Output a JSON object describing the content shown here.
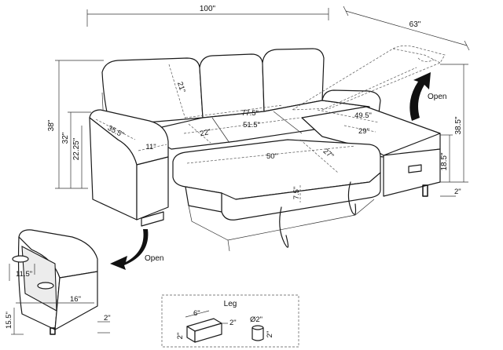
{
  "dimensions": {
    "overall_width": "100\"",
    "chaise_depth": "63\"",
    "back_height": "38\"",
    "seat_height": "32\"",
    "arm_height": "22.25\"",
    "back_cushion": "21\"",
    "seat_depth_center": "22\"",
    "seat_width_center": "77.5\"",
    "seat_width_mid": "51.5\"",
    "arm_width": "11\"",
    "arm_depth": "35.5\"",
    "sleeper_width": "50\"",
    "sleeper_depth": "27\"",
    "sleeper_thickness": "7.5\"",
    "chaise_width": "29\"",
    "chaise_length": "49.5\"",
    "chaise_height": "38.5\"",
    "chaise_seat_height": "18.5\"",
    "leg_clearance": "2\"",
    "storage_lid": "11.5\"",
    "storage_depth": "16\"",
    "storage_height": "15.5\"",
    "storage_leg": "2\""
  },
  "labels": {
    "open_chaise": "Open",
    "open_arm": "Open",
    "leg_title": "Leg"
  },
  "leg": {
    "length": "6\"",
    "height_rect": "2\"",
    "width": "2\"",
    "diameter": "Ø2\"",
    "height_round": "2\""
  }
}
